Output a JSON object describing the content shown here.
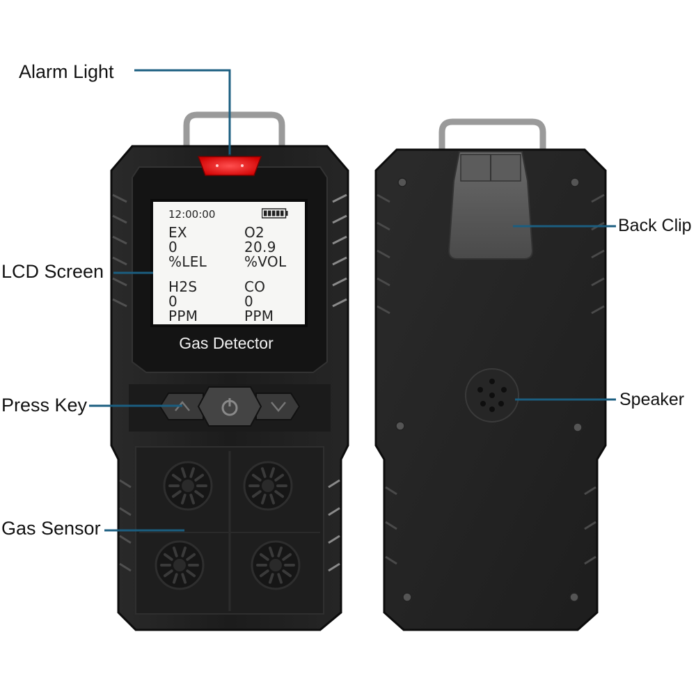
{
  "callouts": {
    "alarm_light": "Alarm Light",
    "lcd_screen": "LCD Screen",
    "press_key": "Press Key",
    "gas_sensor": "Gas Sensor",
    "back_clip": "Back Clip",
    "speaker": "Speaker"
  },
  "device": {
    "brand_label": "Gas Detector",
    "screen": {
      "time": "12:00:00",
      "readings": [
        {
          "gas": "EX",
          "value": "0",
          "unit": "%LEL"
        },
        {
          "gas": "O2",
          "value": "20.9",
          "unit": "%VOL"
        },
        {
          "gas": "H2S",
          "value": "0",
          "unit": "PPM"
        },
        {
          "gas": "CO",
          "value": "0",
          "unit": "PPM"
        }
      ]
    },
    "battery_bars": 5
  },
  "colors": {
    "callout_line": "#1b5e80",
    "alarm_light": "#ff1a1a",
    "body": "#1a1a1a",
    "lcd_bg": "#f6f6f4"
  }
}
